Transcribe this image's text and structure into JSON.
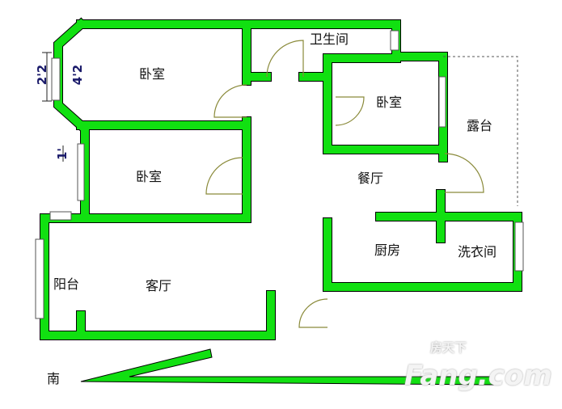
{
  "rooms": {
    "bathroom": "卫生间",
    "bedroom_top_left": "卧室",
    "bedroom_mid_left": "卧室",
    "bedroom_right": "卧室",
    "terrace": "露台",
    "dining": "餐厅",
    "kitchen": "厨房",
    "laundry": "洗衣间",
    "balcony": "阳台",
    "living": "客厅"
  },
  "compass": {
    "label": "南"
  },
  "dimensions": {
    "outer": "2'2",
    "inner": "4'2",
    "small": "1'"
  },
  "watermark": {
    "cn": "房天下",
    "en": "Fang.com"
  },
  "colors": {
    "wall": "#11e011"
  }
}
